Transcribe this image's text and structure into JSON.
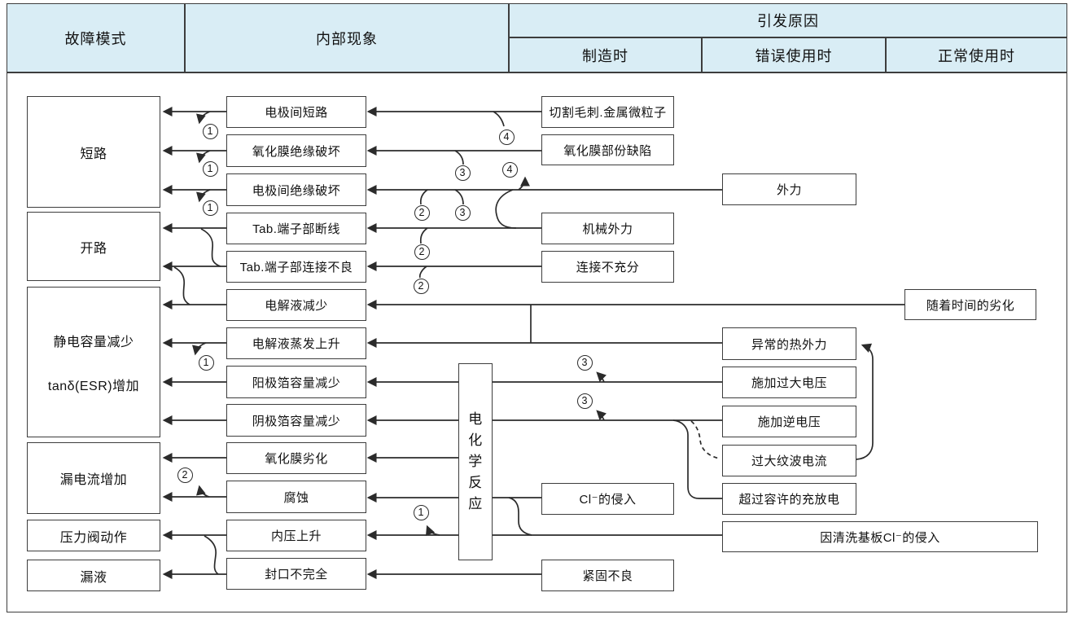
{
  "header": {
    "failure_mode": "故障模式",
    "internal_phenomenon": "内部现象",
    "cause": "引发原因",
    "manufacturing": "制造时",
    "misuse": "错误使用时",
    "normal_use": "正常使用时"
  },
  "failure_modes": {
    "short_circuit": "短路",
    "open_circuit": "开路",
    "capacitance_line1": "静电容量减少",
    "capacitance_line2": "tanδ(ESR)增加",
    "leakage_current": "漏电流增加",
    "pressure_valve": "压力阀动作",
    "liquid_leak": "漏液"
  },
  "phenomena": {
    "p1": "电极间短路",
    "p2": "氧化膜绝缘破坏",
    "p3": "电极间绝缘破坏",
    "p4": "Tab.端子部断线",
    "p5": "Tab.端子部连接不良",
    "p6": "电解液减少",
    "p7": "电解液蒸发上升",
    "p8": "阳极箔容量减少",
    "p9": "阴极箔容量减少",
    "p10": "氧化膜劣化",
    "p11": "腐蚀",
    "p12": "内压上升",
    "p13": "封口不完全",
    "reaction": "电化学反应"
  },
  "manufacturing_causes": {
    "m1": "切割毛刺.金属微粒子",
    "m2": "氧化膜部份缺陷",
    "m3": "机械外力",
    "m4": "连接不充分",
    "m5": "Cl⁻的侵入",
    "m6": "紧固不良"
  },
  "misuse_causes": {
    "e1": "外力",
    "e2": "异常的热外力",
    "e3": "施加过大电压",
    "e4": "施加逆电压",
    "e5": "过大纹波电流",
    "e6": "超过容许的充放电",
    "e7": "因清洗基板Cl⁻的侵入"
  },
  "normal_causes": {
    "n1": "随着时间的劣化"
  },
  "markers": {
    "one": "1",
    "two": "2",
    "three": "3",
    "four": "4"
  },
  "colors": {
    "header_bg": "#d9edf5",
    "line": "#2b2b2b",
    "border": "#3d3d3d"
  }
}
